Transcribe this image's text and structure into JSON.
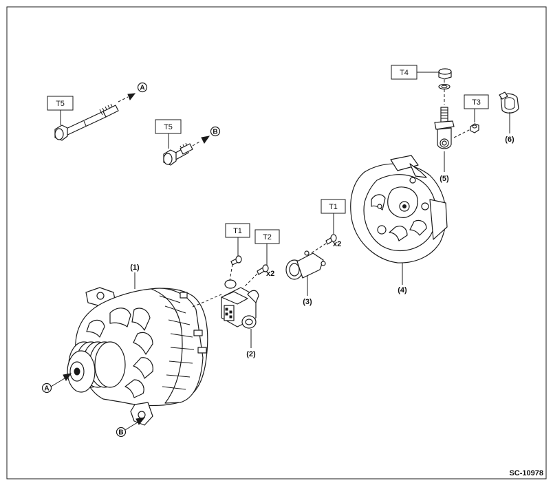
{
  "diagram": {
    "figure_code": "SC-10978",
    "torque_tags": [
      {
        "id": "t5a",
        "label": "T5"
      },
      {
        "id": "t5b",
        "label": "T5"
      },
      {
        "id": "t4",
        "label": "T4"
      },
      {
        "id": "t3",
        "label": "T3"
      },
      {
        "id": "t1a",
        "label": "T1"
      },
      {
        "id": "t1b",
        "label": "T1"
      },
      {
        "id": "t2",
        "label": "T2"
      }
    ],
    "part_numbers": [
      {
        "id": "p1",
        "label": "(1)"
      },
      {
        "id": "p2",
        "label": "(2)"
      },
      {
        "id": "p3",
        "label": "(3)"
      },
      {
        "id": "p4",
        "label": "(4)"
      },
      {
        "id": "p5",
        "label": "(5)"
      },
      {
        "id": "p6",
        "label": "(6)"
      }
    ],
    "quantity_marks": [
      {
        "id": "q1",
        "label": "x2"
      },
      {
        "id": "q2",
        "label": "x2"
      }
    ],
    "reference_marks": [
      {
        "id": "ra1",
        "label": "A"
      },
      {
        "id": "rb1",
        "label": "B"
      },
      {
        "id": "ra2",
        "label": "A"
      },
      {
        "id": "rb2",
        "label": "B"
      }
    ]
  }
}
